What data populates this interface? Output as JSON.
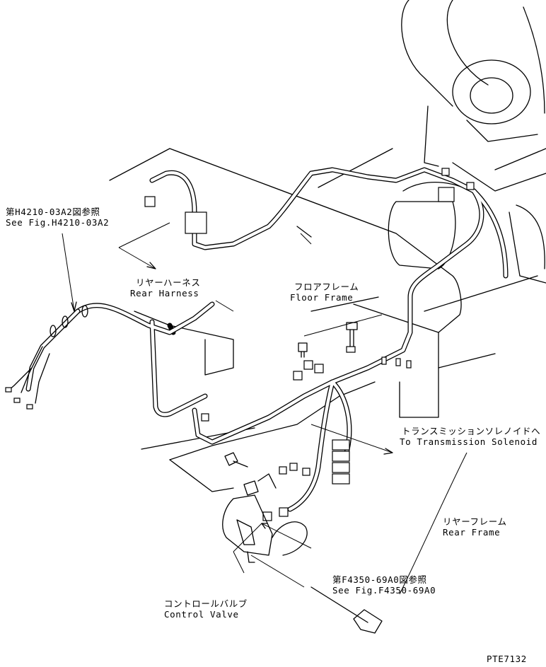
{
  "labels": {
    "rear_harness": {
      "ja": "リヤーハーネス",
      "en": "Rear Harness"
    },
    "floor_frame": {
      "ja": "フロアフレーム",
      "en": "Floor Frame"
    },
    "ref_h4210": {
      "ja": "第H4210-03A2図参照",
      "en": "See Fig.H4210-03A2"
    },
    "transmission_solenoid": {
      "ja": "トランスミッションソレノイドへ",
      "en": "To Transmission Solenoid"
    },
    "rear_frame": {
      "ja": "リヤーフレーム",
      "en": "Rear Frame"
    },
    "ref_f4350": {
      "ja": "第F4350-69A0図参照",
      "en": "See Fig.F4350-69A0"
    },
    "control_valve": {
      "ja": "コントロールバルブ",
      "en": "Control Valve"
    }
  },
  "drawing_number": "PTE7132",
  "colors": {
    "line": "#000000",
    "background": "#ffffff"
  }
}
